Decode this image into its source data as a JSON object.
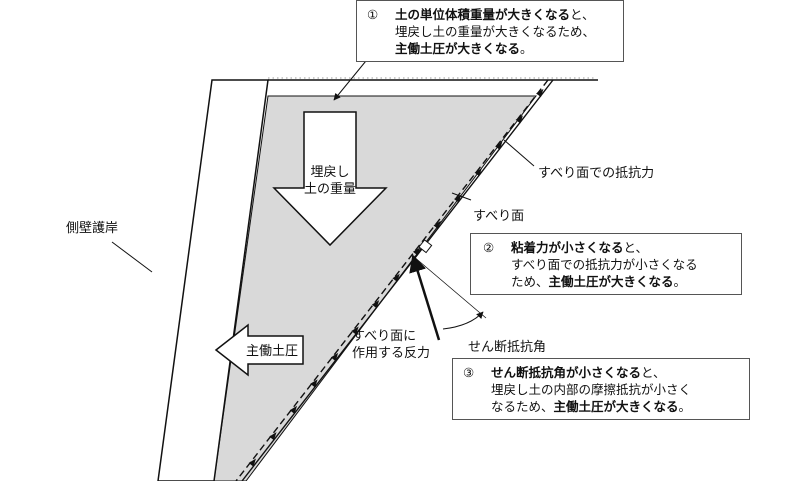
{
  "callout1": {
    "number": "①",
    "line1_bold": "土の単位体積重量が大きくなる",
    "line1_rest": "と、",
    "line2": "埋戻し土の重量が大きくなるため、",
    "line3_bold": "主働土圧が大きくなる",
    "line3_rest": "。"
  },
  "callout2": {
    "number": "②",
    "line1_bold": "粘着力が小さくなる",
    "line1_rest": "と、",
    "line2": "すべり面での抵抗力が小さくなる",
    "line3_pre": "ため、",
    "line3_bold": "主働土圧が大きくなる",
    "line3_rest": "。"
  },
  "callout3": {
    "number": "③",
    "line1_bold": "せん断抵抗角が小さくなる",
    "line1_rest": "と、",
    "line2": "埋戻し土の内部の摩擦抵抗が小さく",
    "line3_pre": "なるため、",
    "line3_bold": "主働土圧が大きくなる",
    "line3_rest": "。"
  },
  "labels": {
    "backfill_weight_line1": "埋戻し",
    "backfill_weight_line2": "土の重量",
    "side_wall": "側壁護岸",
    "active_earth_pressure": "主働土圧",
    "slip_resistance": "すべり面での抵抗力",
    "slip_surface": "すべり面",
    "reaction_line1": "すべり面に",
    "reaction_line2": "作用する反力",
    "shear_angle": "せん断抵抗角"
  },
  "colors": {
    "soil_fill": "#d9d9d9",
    "line": "#111111",
    "box_border": "#555555"
  }
}
